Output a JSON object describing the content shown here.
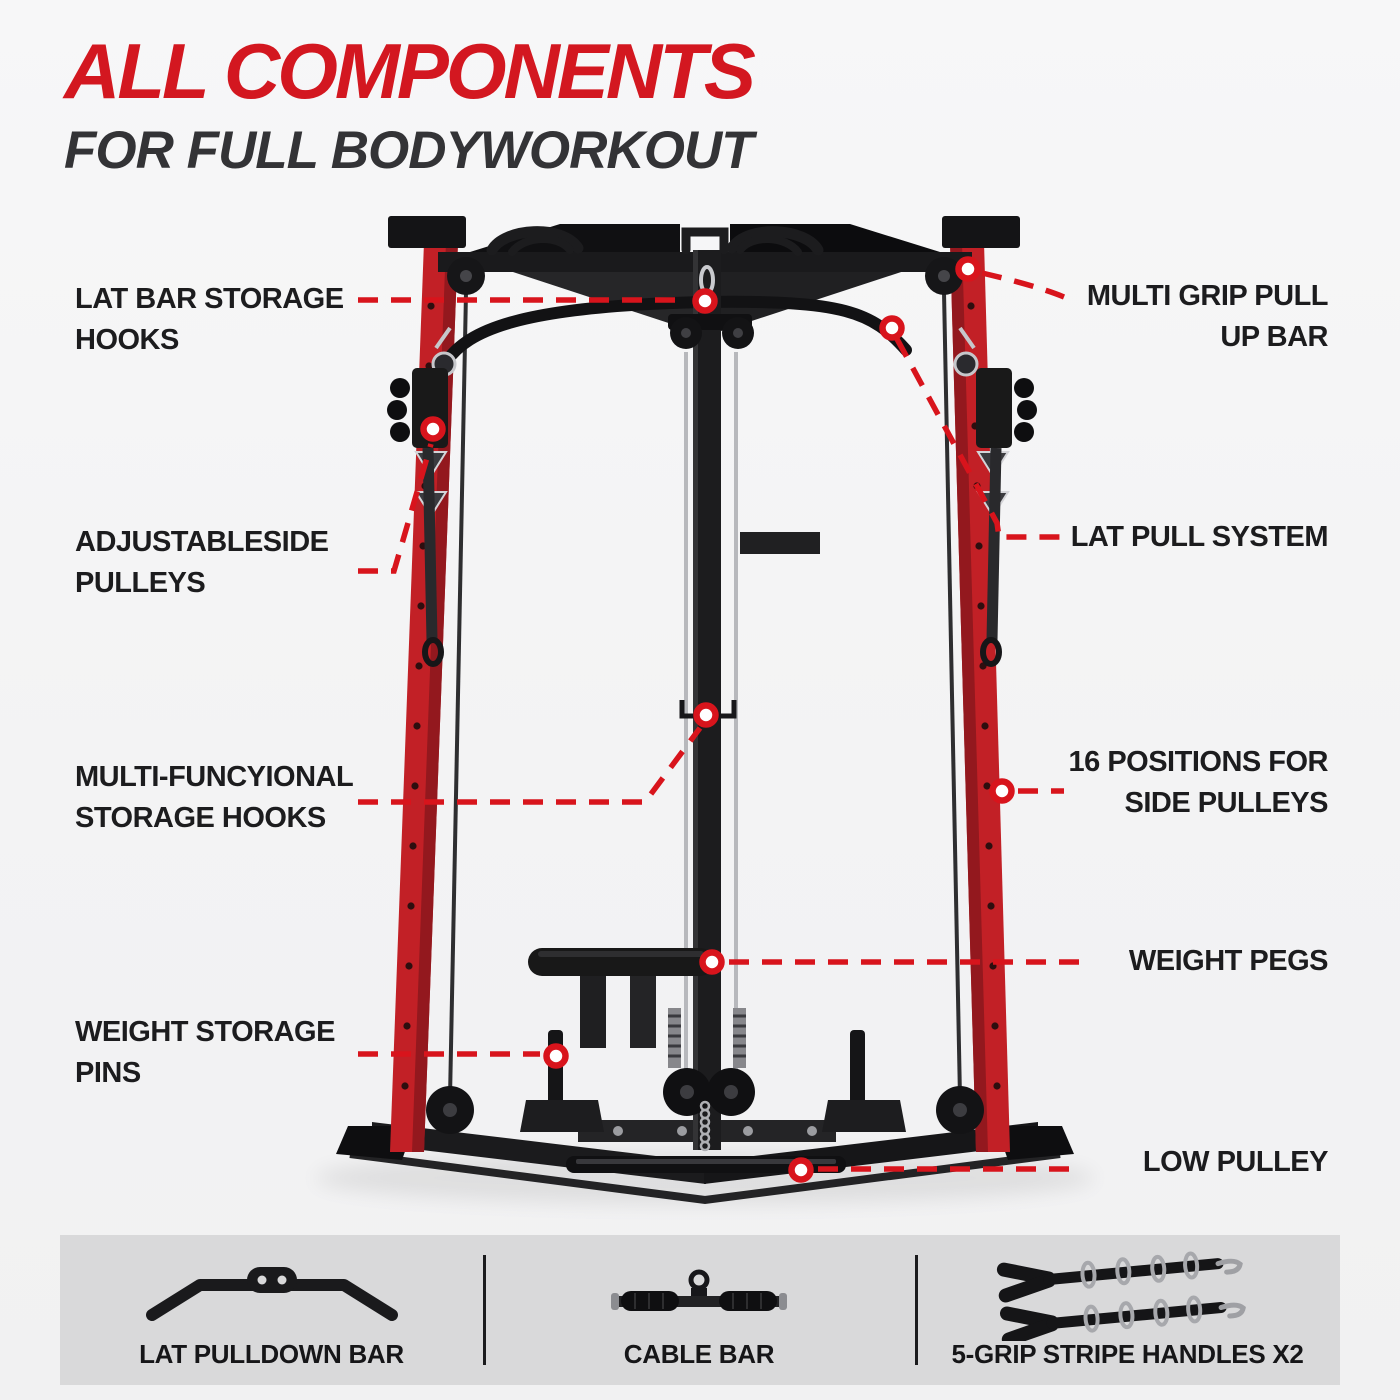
{
  "title": {
    "main": "ALL COMPONENTS",
    "sub": "FOR FULL BODYWORKOUT"
  },
  "callouts": {
    "lat_bar_storage_hooks": "LAT BAR STORAGE HOOKS",
    "adjustable_side_pulleys": "ADJUSTABLESIDE PULLEYS",
    "multi_functional_storage_hooks": "MULTI-FUNCYIONAL STORAGE HOOKS",
    "weight_storage_pins": "WEIGHT STORAGE PINS",
    "multi_grip_pull_up_bar": "MULTI GRIP PULL UP BAR",
    "lat_pull_system": "LAT PULL SYSTEM",
    "positions_for_side_pulleys": "16 POSITIONS FOR SIDE PULLEYS",
    "weight_pegs": "WEIGHT PEGS",
    "low_pulley": "LOW PULLEY"
  },
  "accessories": [
    {
      "name": "LAT PULLDOWN BAR",
      "icon": "lat-pulldown-bar-icon"
    },
    {
      "name": "CABLE BAR",
      "icon": "cable-bar-icon"
    },
    {
      "name": "5-GRIP STRIPE HANDLES X2",
      "icon": "five-grip-stripe-handles-icon"
    }
  ],
  "colors": {
    "title_red": "#d31720",
    "callout_line_red": "#d8141c",
    "text_dark": "#1c1c1e",
    "machine_red": "#c22026",
    "machine_black": "#1b1b1b",
    "panel_gray": "#d9d9da",
    "background": "#f3f3f4"
  }
}
